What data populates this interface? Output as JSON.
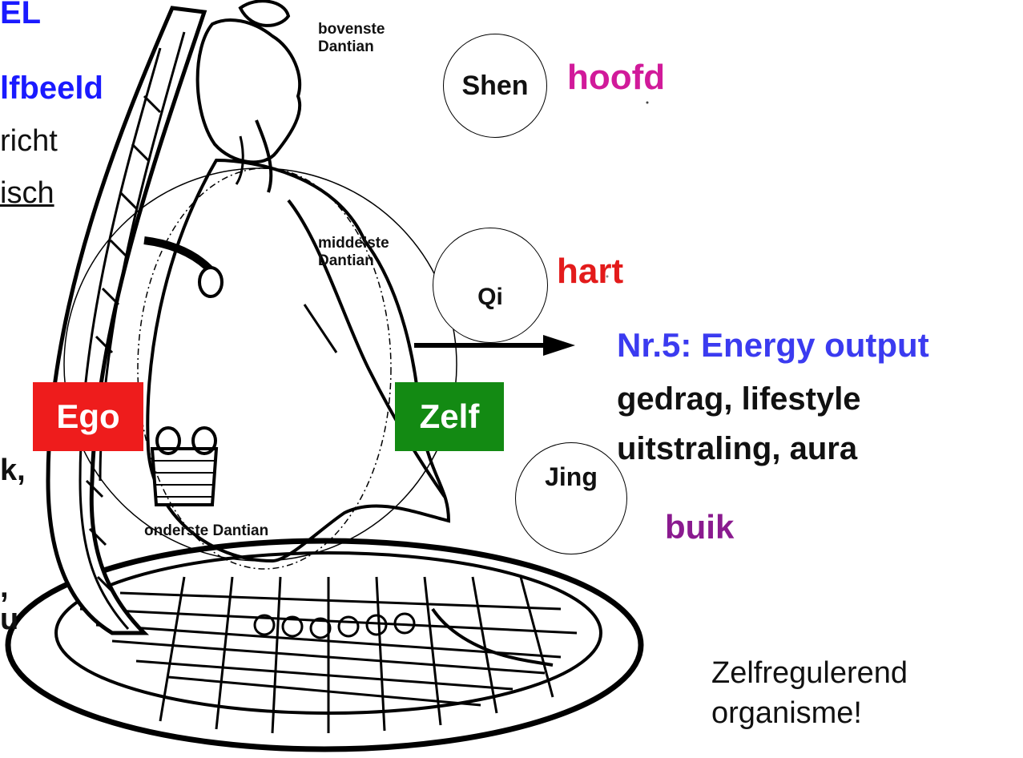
{
  "left_text": {
    "line1": "EL",
    "line2": "lfbeeld",
    "line3": "richt",
    "line4": "isch",
    "line5": "k,",
    "line6": ",",
    "line7": "u"
  },
  "dantian": {
    "upper": [
      "bovenste",
      "Dantian"
    ],
    "middle": [
      "middelste",
      "Dantian"
    ],
    "lower": "onderste Dantian"
  },
  "energies": {
    "shen": "Shen",
    "qi": "Qi",
    "jing": "Jing"
  },
  "organs": {
    "hoofd": "hoofd",
    "hart": "hart",
    "buik": "buik"
  },
  "boxes": {
    "ego": "Ego",
    "zelf": "Zelf"
  },
  "output": {
    "title": "Nr.5: Energy output",
    "line1": "gedrag, lifestyle",
    "line2": "uitstraling, aura"
  },
  "footer": {
    "line1": "Zelfregulerend",
    "line2": "organisme!"
  },
  "colors": {
    "blue": "#1a1aff",
    "magenta": "#d11a9a",
    "red": "#e31b1b",
    "purple": "#8a1a8f",
    "ego_bg": "#ee1c1c",
    "zelf_bg": "#138a13"
  }
}
